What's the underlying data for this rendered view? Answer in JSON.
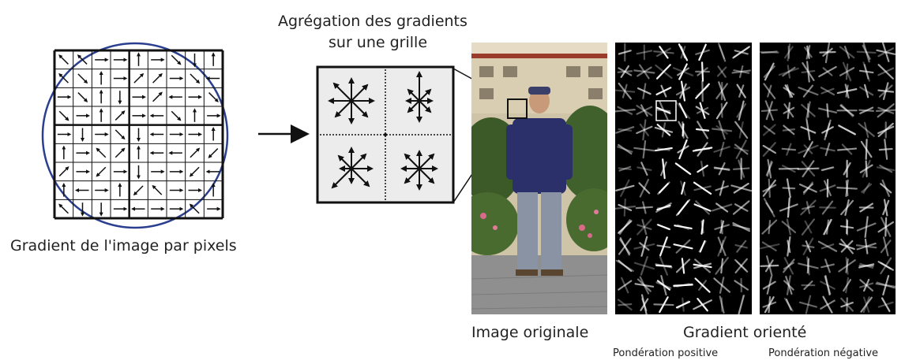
{
  "pixel_gradient": {
    "caption": "Gradient de l'image par pixels",
    "cell_arrows": [
      [
        "nw",
        "nw",
        "e",
        "e",
        "n",
        "e",
        "se",
        "s",
        "n"
      ],
      [
        "nw",
        "se",
        "n",
        "e",
        "ne",
        "ne",
        "e",
        "se",
        "w"
      ],
      [
        "e",
        "se",
        "n",
        "s",
        "e",
        "ne",
        "w",
        "e",
        "se"
      ],
      [
        "se",
        "e",
        "n",
        "ne",
        "e",
        "w",
        "se",
        "n",
        "e"
      ],
      [
        "e",
        "s",
        "e",
        "se",
        "s",
        "w",
        "e",
        "e",
        "n"
      ],
      [
        "n",
        "e",
        "nw",
        "ne",
        "n",
        "w",
        "w",
        "ne",
        "sw"
      ],
      [
        "ne",
        "e",
        "sw",
        "e",
        "s",
        "e",
        "e",
        "sw",
        "w"
      ],
      [
        "n",
        "w",
        "e",
        "n",
        "sw",
        "nw",
        "e",
        "e",
        "n"
      ],
      [
        "nw",
        "s",
        "s",
        "e",
        "w",
        "e",
        "e",
        "nw",
        "e"
      ]
    ]
  },
  "aggregation": {
    "title_line1": "Agrégation des gradients",
    "title_line2": "sur une grille"
  },
  "photo": {
    "caption": "Image originale"
  },
  "oriented": {
    "caption": "Gradient orienté",
    "positive_label": "Pondération positive",
    "negative_label": "Pondération négative"
  }
}
